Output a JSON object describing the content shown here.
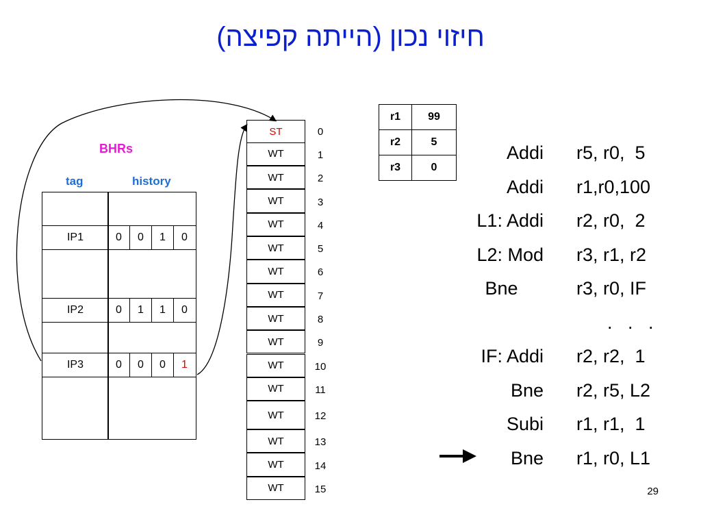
{
  "title": "חיזוי נכון (הייתה קפיצה)",
  "bhr": {
    "label": "BHRs",
    "col_tag": "tag",
    "col_history": "history",
    "rows": [
      {
        "tag": "IP1",
        "bits": [
          "0",
          "0",
          "1",
          "0"
        ],
        "highlight_last": false
      },
      {
        "tag": "IP2",
        "bits": [
          "0",
          "1",
          "1",
          "0"
        ],
        "highlight_last": false
      },
      {
        "tag": "IP3",
        "bits": [
          "0",
          "0",
          "0",
          "1"
        ],
        "highlight_last": true
      }
    ]
  },
  "state_table": {
    "entries": [
      "ST",
      "WT",
      "WT",
      "WT",
      "WT",
      "WT",
      "WT",
      "WT",
      "WT",
      "WT",
      "WT",
      "WT",
      "WT",
      "WT",
      "WT",
      "WT"
    ],
    "indices": [
      "0",
      "1",
      "2",
      "3",
      "4",
      "5",
      "6",
      "7",
      "8",
      "9",
      "10",
      "11",
      "12",
      "13",
      "14",
      "15"
    ],
    "highlight_index": 0
  },
  "registers": [
    {
      "name": "r1",
      "value": "99"
    },
    {
      "name": "r2",
      "value": "5"
    },
    {
      "name": "r3",
      "value": "0"
    }
  ],
  "code": [
    {
      "label": "Addi",
      "operands": "r5, r0,  5"
    },
    {
      "label": "Addi",
      "operands": "r1,r0,100"
    },
    {
      "label": "L1: Addi",
      "operands": "r2, r0,  2"
    },
    {
      "label": "L2: Mod",
      "operands": "r3, r1, r2"
    },
    {
      "label": "Bne     ",
      "operands": "r3, r0, IF"
    },
    {
      "label": "",
      "operands": "      .   .   ."
    },
    {
      "label": "IF: Addi",
      "operands": "r2, r2,  1"
    },
    {
      "label": "Bne",
      "operands": "r2, r5, L2"
    },
    {
      "label": "Subi",
      "operands": "r1, r1,  1"
    },
    {
      "label": "Bne",
      "operands": "r1, r0, L1"
    }
  ],
  "current_instruction_index": 9,
  "colors": {
    "title": "#0a1fd0",
    "bhr_label": "#e61cd2",
    "col_head": "#1e6fd2",
    "highlight": "#e00000"
  },
  "page_number": "29"
}
